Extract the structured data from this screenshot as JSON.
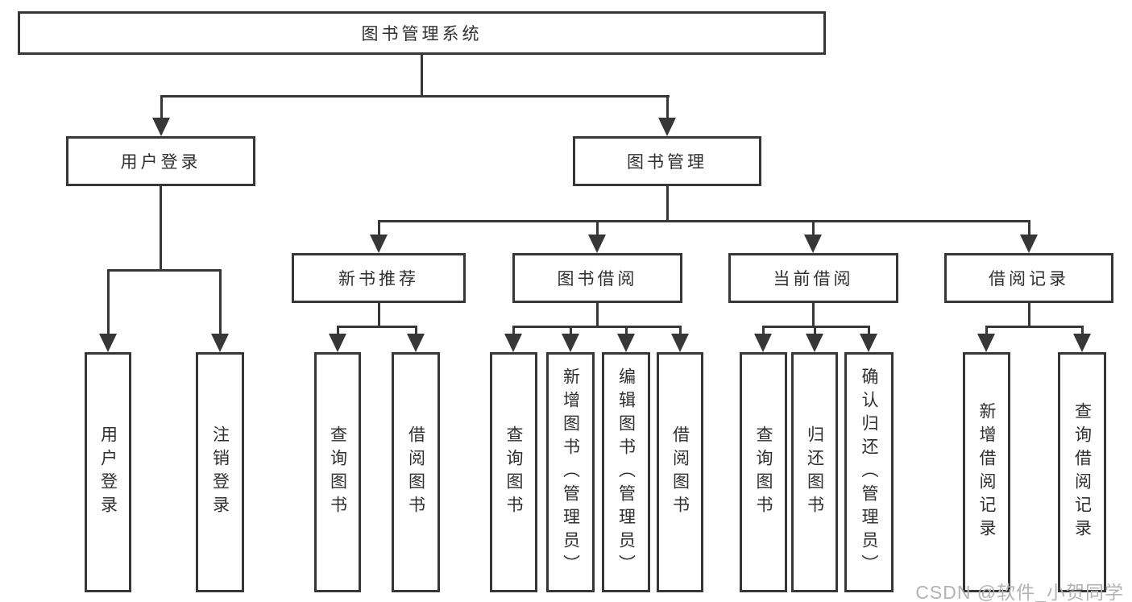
{
  "diagram": {
    "type": "hierarchy-tree",
    "line_color": "#373737",
    "background_color": "#ffffff",
    "watermark": "CSDN @软件_小贺同学",
    "root": {
      "label": "图书管理系统",
      "children": [
        {
          "label": "用户登录",
          "children": [
            {
              "label": "用户登录"
            },
            {
              "label": "注销登录"
            }
          ]
        },
        {
          "label": "图书管理",
          "children": [
            {
              "label": "新书推荐",
              "children": [
                {
                  "label": "查询图书"
                },
                {
                  "label": "借阅图书"
                }
              ]
            },
            {
              "label": "图书借阅",
              "children": [
                {
                  "label": "查询图书"
                },
                {
                  "label": "新增图书（管理员）"
                },
                {
                  "label": "编辑图书（管理员）"
                },
                {
                  "label": "借阅图书"
                }
              ]
            },
            {
              "label": "当前借阅",
              "children": [
                {
                  "label": "查询图书"
                },
                {
                  "label": "归还图书"
                },
                {
                  "label": "确认归还（管理员）"
                }
              ]
            },
            {
              "label": "借阅记录",
              "children": [
                {
                  "label": "新增借阅记录"
                },
                {
                  "label": "查询借阅记录"
                }
              ]
            }
          ]
        }
      ]
    }
  }
}
